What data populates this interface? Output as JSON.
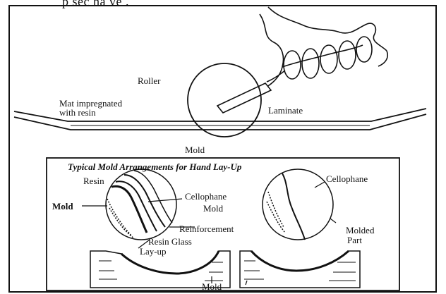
{
  "header_fragment": "p  sec ha ve .",
  "upper_diagram": {
    "roller_label": "Roller",
    "mat_label_line1": "Mat impregnated",
    "mat_label_line2": "with resin",
    "laminate_label": "Laminate",
    "mold_label": "Mold"
  },
  "lower_panel": {
    "title": "Typical Mold Arrangements for Hand Lay-Up",
    "left": {
      "resin_label": "Resin",
      "mold_label": "Mold",
      "cellophane_label": "Cellophane",
      "cellophane_mold_label": "Mold",
      "reinforcement_label": "Reinforcement",
      "resin_glass_label": "Resin Glass",
      "layup_label": "Lay-up"
    },
    "right": {
      "cellophane_label": "Cellophane",
      "molded_label": "Molded",
      "part_label": "Part"
    },
    "bottom_mold_label": "Mold"
  }
}
